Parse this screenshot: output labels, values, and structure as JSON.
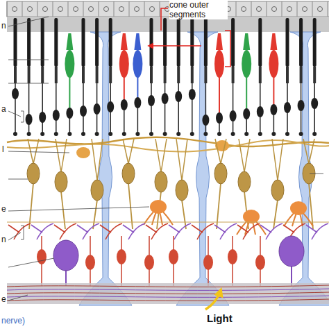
{
  "diagram": {
    "labels": [
      "cone outer segments",
      "n",
      "a",
      "l",
      "e",
      "n",
      "e",
      "nerve)",
      "Light"
    ]
  }
}
